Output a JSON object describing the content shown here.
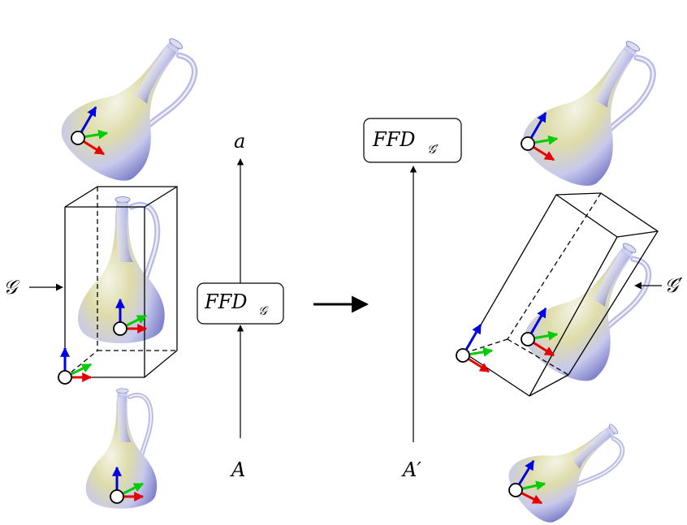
{
  "labels": {
    "a": "a",
    "A": "A",
    "A_prime": "A′",
    "G": "𝒢",
    "G_prime": "𝒢′",
    "ffd_g_main": "FFD",
    "ffd_g_sub": "𝒢",
    "ffd_gp_main": "FFD",
    "ffd_gp_sub": "𝒢′"
  },
  "colors": {
    "axis_x": "#e60000",
    "axis_y": "#00cc00",
    "axis_z": "#0000e6",
    "vase_light": "#e6e6f2",
    "vase_mid": "#b6b8e6",
    "vase_dark": "#6f72c4",
    "vase_yellow": "#dedcaa",
    "stroke": "#000000"
  },
  "icons": [
    "vase-top-left",
    "vase-middle-left",
    "vase-bottom-left",
    "vase-top-right",
    "vase-middle-right",
    "vase-bottom-right"
  ]
}
